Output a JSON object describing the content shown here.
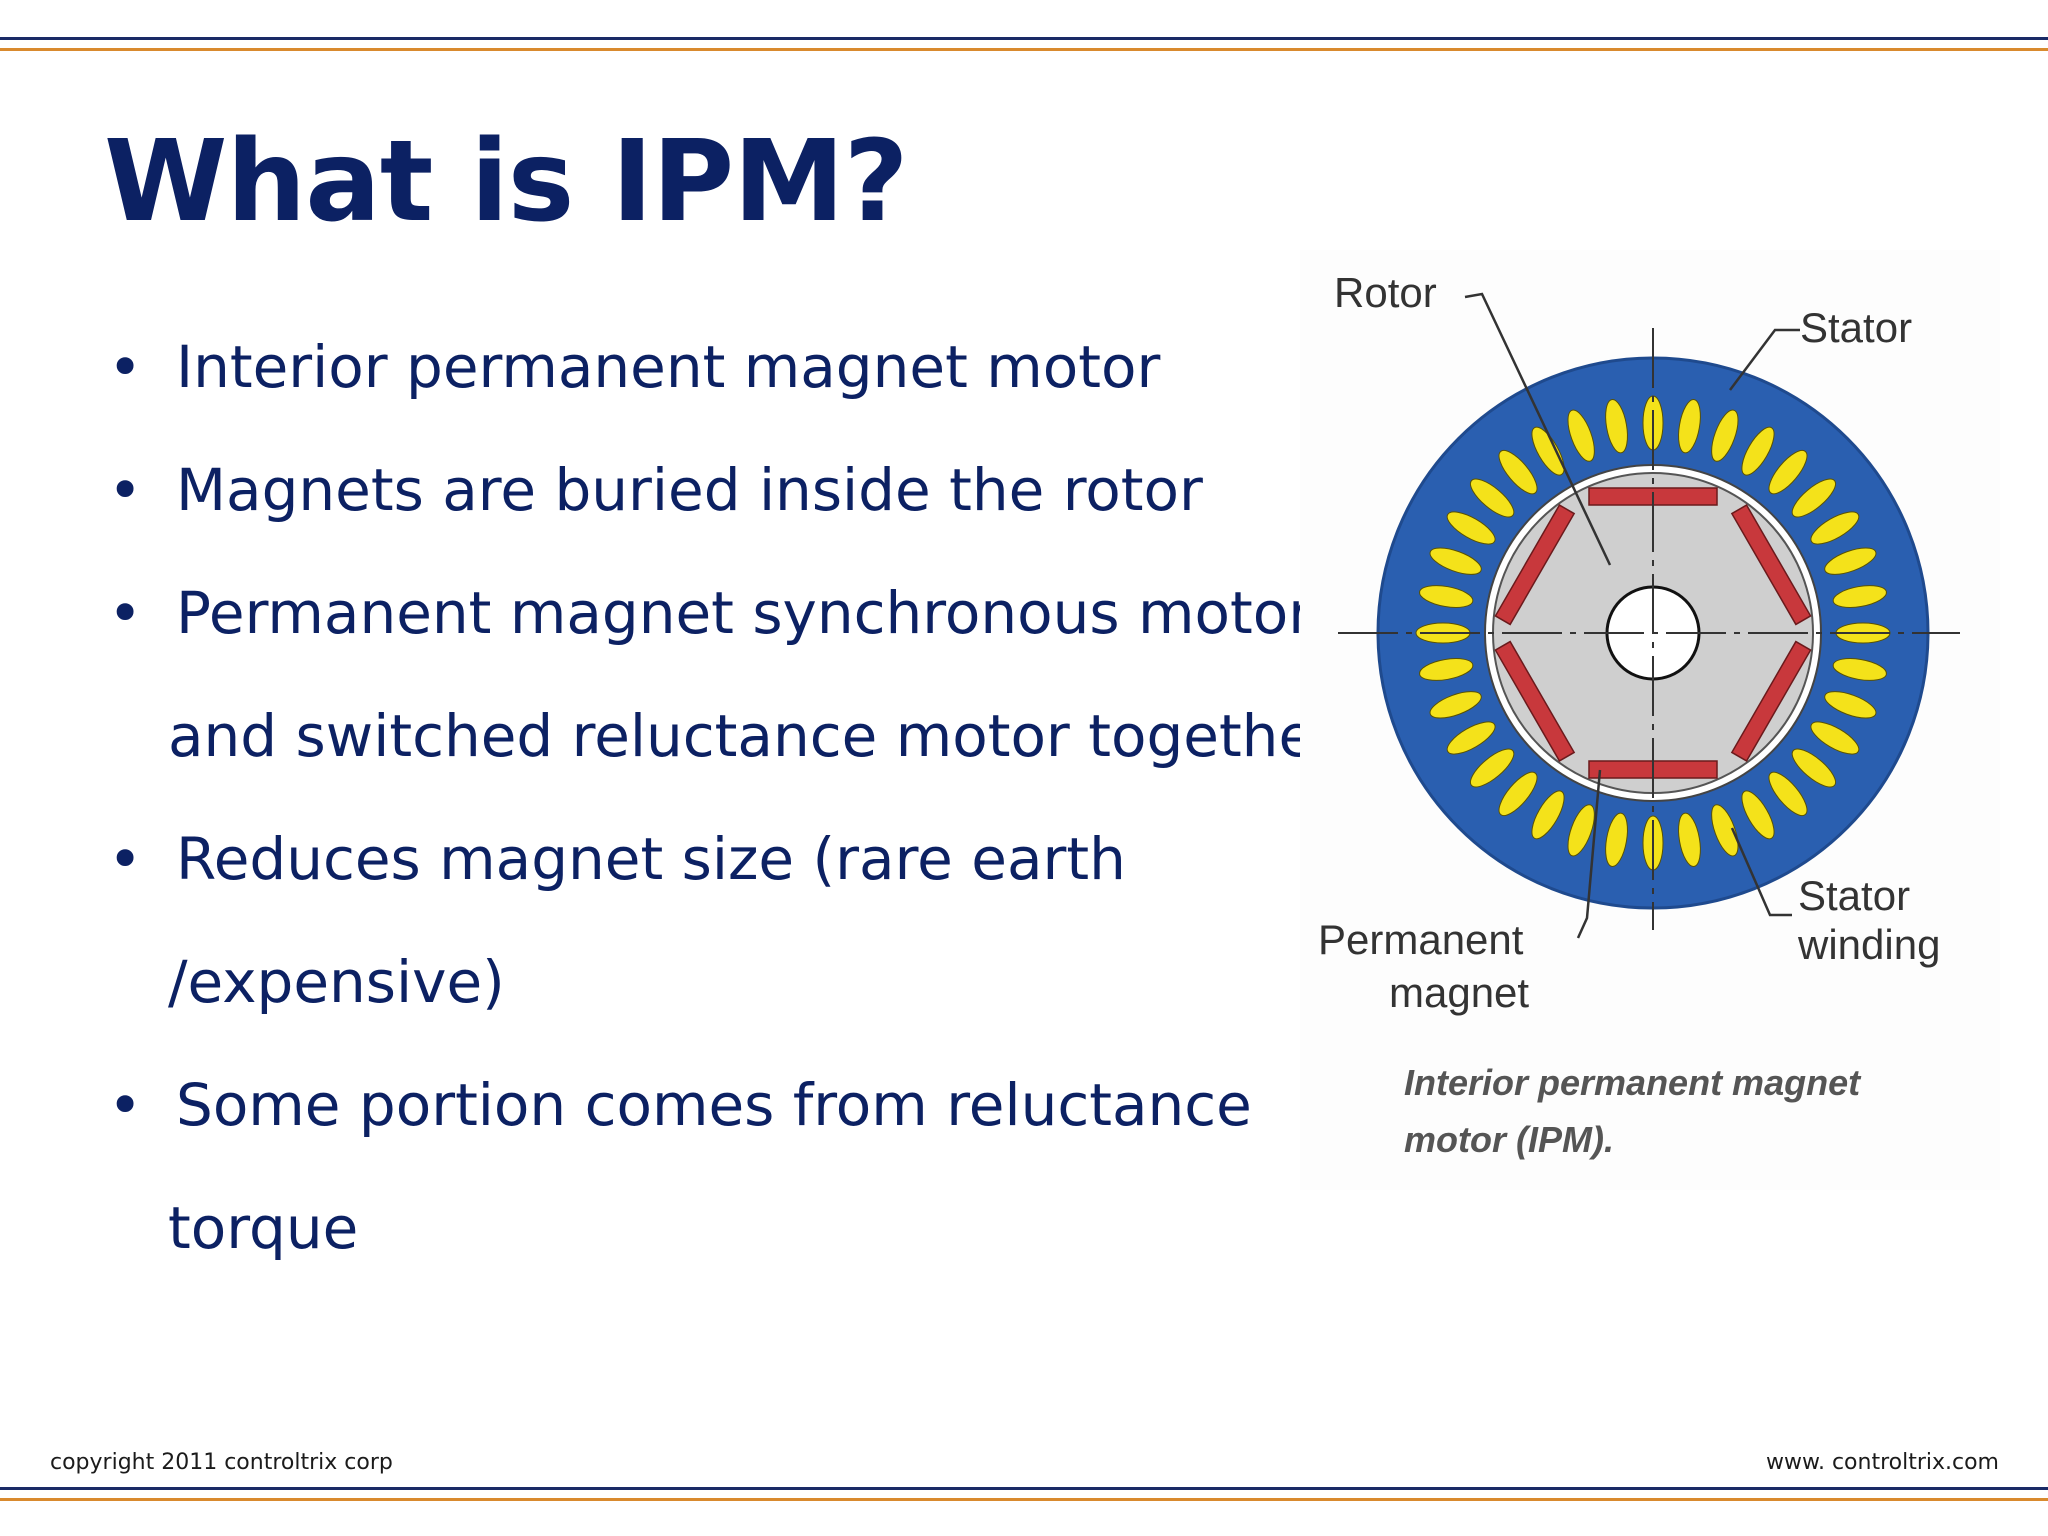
{
  "slide": {
    "title": "What is IPM?",
    "bullets": [
      {
        "text": "Interior permanent magnet motor"
      },
      {
        "text": "Magnets are buried inside the rotor"
      },
      {
        "text": "Permanent magnet synchronous motor",
        "continuation": "and switched reluctance motor together"
      },
      {
        "text": "Reduces magnet size (rare earth",
        "continuation": "/expensive)"
      },
      {
        "text": "Some portion comes from reluctance",
        "continuation": "torque"
      }
    ],
    "bullet_symbol": "•"
  },
  "figure": {
    "labels": {
      "rotor": "Rotor",
      "stator": "Stator",
      "permanent_magnet_line1": "Permanent",
      "permanent_magnet_line2": "magnet",
      "stator_winding_line1": "Stator",
      "stator_winding_line2": "winding"
    },
    "caption_line1": "Interior permanent magnet",
    "caption_line2": "motor (IPM).",
    "colors": {
      "stator": "#2a5fb0",
      "winding": "#f4e21a",
      "magnet": "#c8383c",
      "rotor_core": "#cfcfcf"
    }
  },
  "footer": {
    "copyright": "copyright 2011 controltrix corp",
    "website": "www. controltrix.com"
  },
  "theme": {
    "navy": "#0c2163",
    "orange": "#d98a2e"
  }
}
